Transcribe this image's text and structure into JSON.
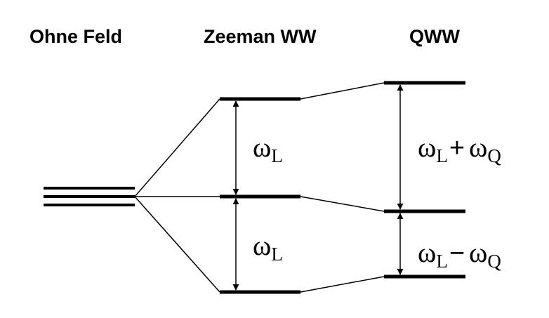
{
  "headings": {
    "no_field": "Ohne Feld",
    "zeeman": "Zeeman WW",
    "qww": "QWW"
  },
  "symbols": {
    "omega": "ω",
    "sub_L": "L",
    "sub_Q": "Q",
    "plus": "+",
    "minus": "−"
  },
  "colors": {
    "line": "#000000",
    "background": "#ffffff"
  }
}
